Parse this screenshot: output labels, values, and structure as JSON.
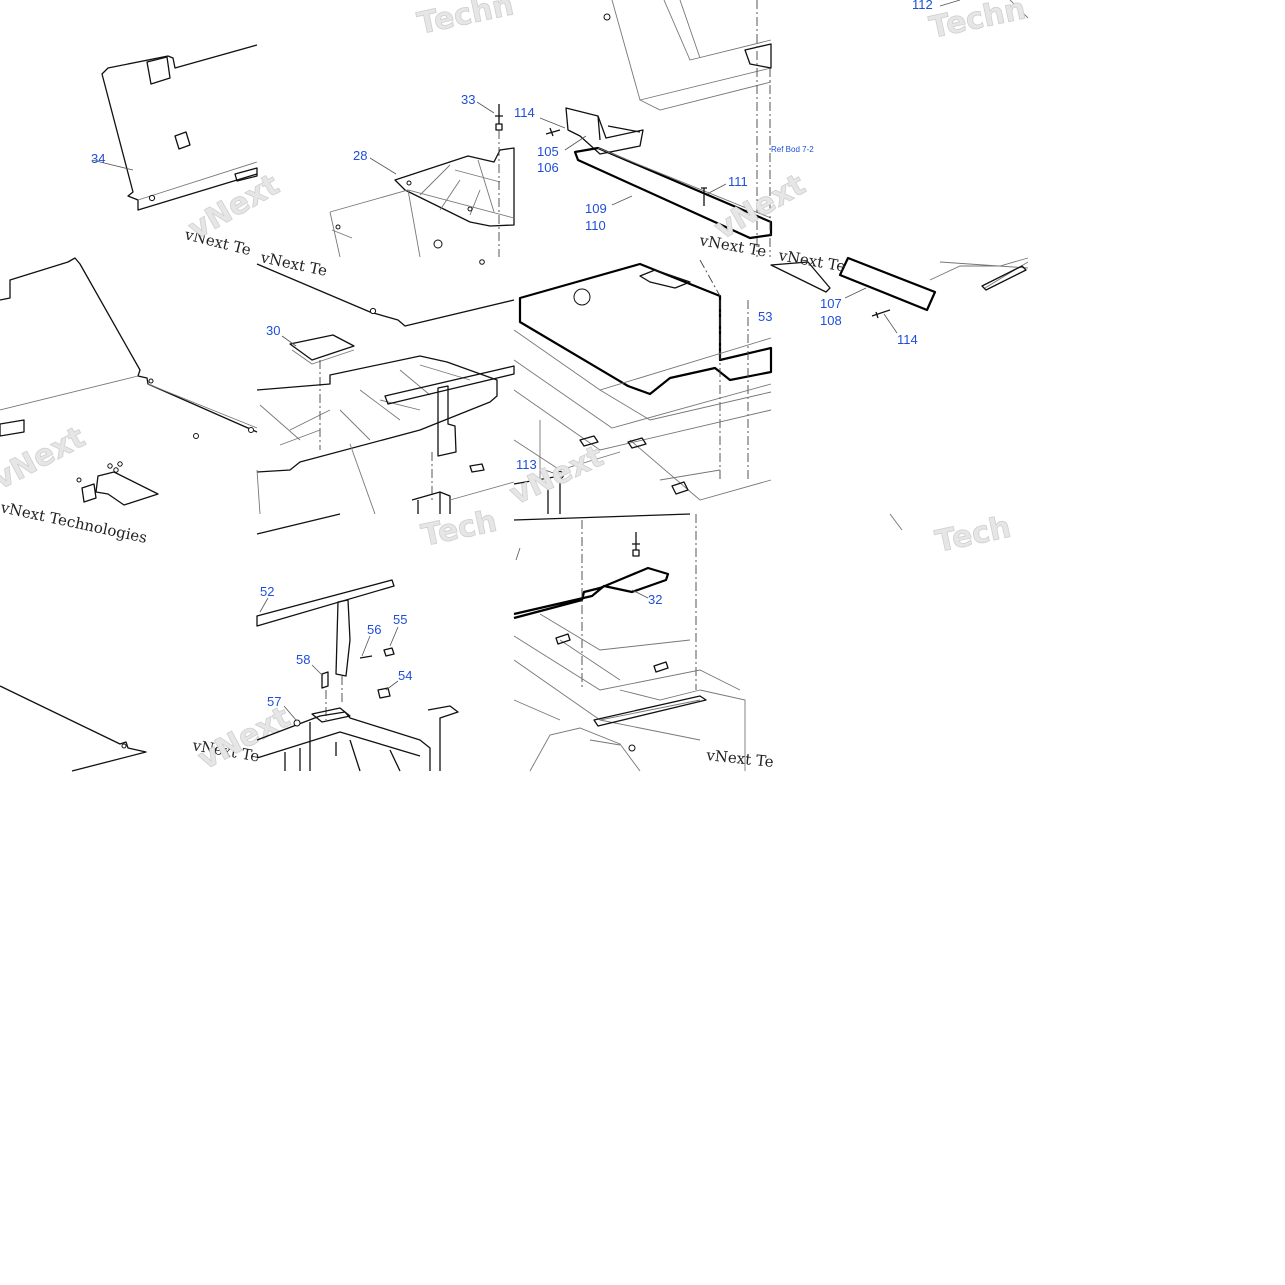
{
  "callouts": [
    "34",
    "33",
    "28",
    "114",
    "105",
    "106",
    "111",
    "109",
    "110",
    "112",
    "30",
    "53",
    "107",
    "108",
    "113",
    "52",
    "56",
    "55",
    "58",
    "54",
    "57",
    "32"
  ],
  "reference": "Ref Bod 7-2",
  "watermark": {
    "brand_light": "Techn",
    "brand_tech": "Tech",
    "brand_next": "vNext",
    "footer": "vNext Technologies",
    "footer_cut": "vNext Te"
  }
}
